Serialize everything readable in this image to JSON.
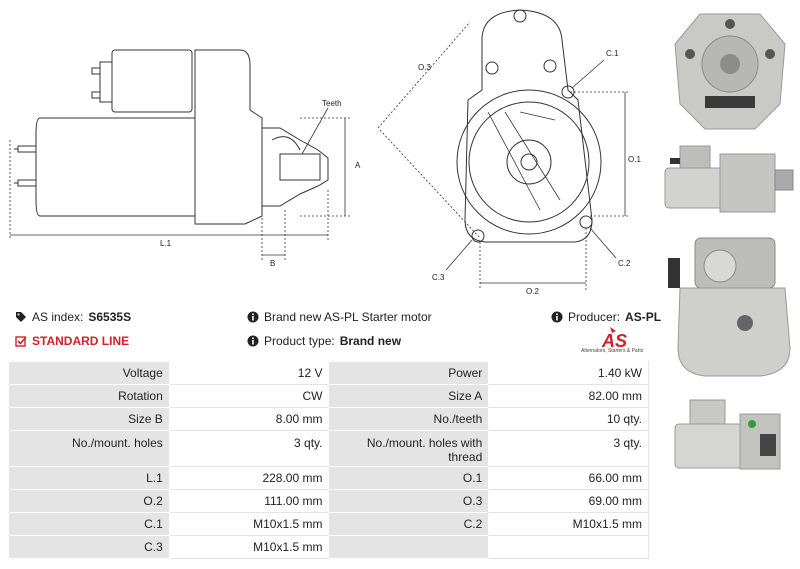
{
  "drawing_labels": {
    "teeth": "Teeth",
    "a": "A",
    "l1": "L.1",
    "b": "B",
    "o3": "O.3",
    "c1": "C.1",
    "o1": "O.1",
    "c3": "C.3",
    "c2": "C.2",
    "o2": "O.2"
  },
  "info": {
    "as_index_label": "AS index:",
    "as_index_value": "S6535S",
    "standard_line": "STANDARD LINE",
    "brand_new_text": "Brand new AS-PL Starter motor",
    "product_type_label": "Product type:",
    "product_type_value": "Brand new",
    "producer_label": "Producer:",
    "producer_value": "AS-PL"
  },
  "logo": {
    "text": "AS",
    "subtitle": "Alternators, Starters & Parts",
    "color": "#d0202a"
  },
  "specs": {
    "rows": [
      {
        "l1": "Voltage",
        "v1": "12 V",
        "l2": "Power",
        "v2": "1.40 kW"
      },
      {
        "l1": "Rotation",
        "v1": "CW",
        "l2": "Size A",
        "v2": "82.00 mm"
      },
      {
        "l1": "Size B",
        "v1": "8.00 mm",
        "l2": "No./teeth",
        "v2": "10 qty."
      },
      {
        "l1": "No./mount. holes",
        "v1": "3 qty.",
        "l2": "No./mount. holes with thread",
        "v2": "3 qty."
      },
      {
        "l1": "L.1",
        "v1": "228.00 mm",
        "l2": "O.1",
        "v2": "66.00 mm"
      },
      {
        "l1": "O.2",
        "v1": "111.00 mm",
        "l2": "O.3",
        "v2": "69.00 mm"
      },
      {
        "l1": "C.1",
        "v1": "M10x1.5 mm",
        "l2": "C.2",
        "v2": "M10x1.5 mm"
      },
      {
        "l1": "C.3",
        "v1": "M10x1.5 mm",
        "l2": "",
        "v2": ""
      }
    ]
  }
}
